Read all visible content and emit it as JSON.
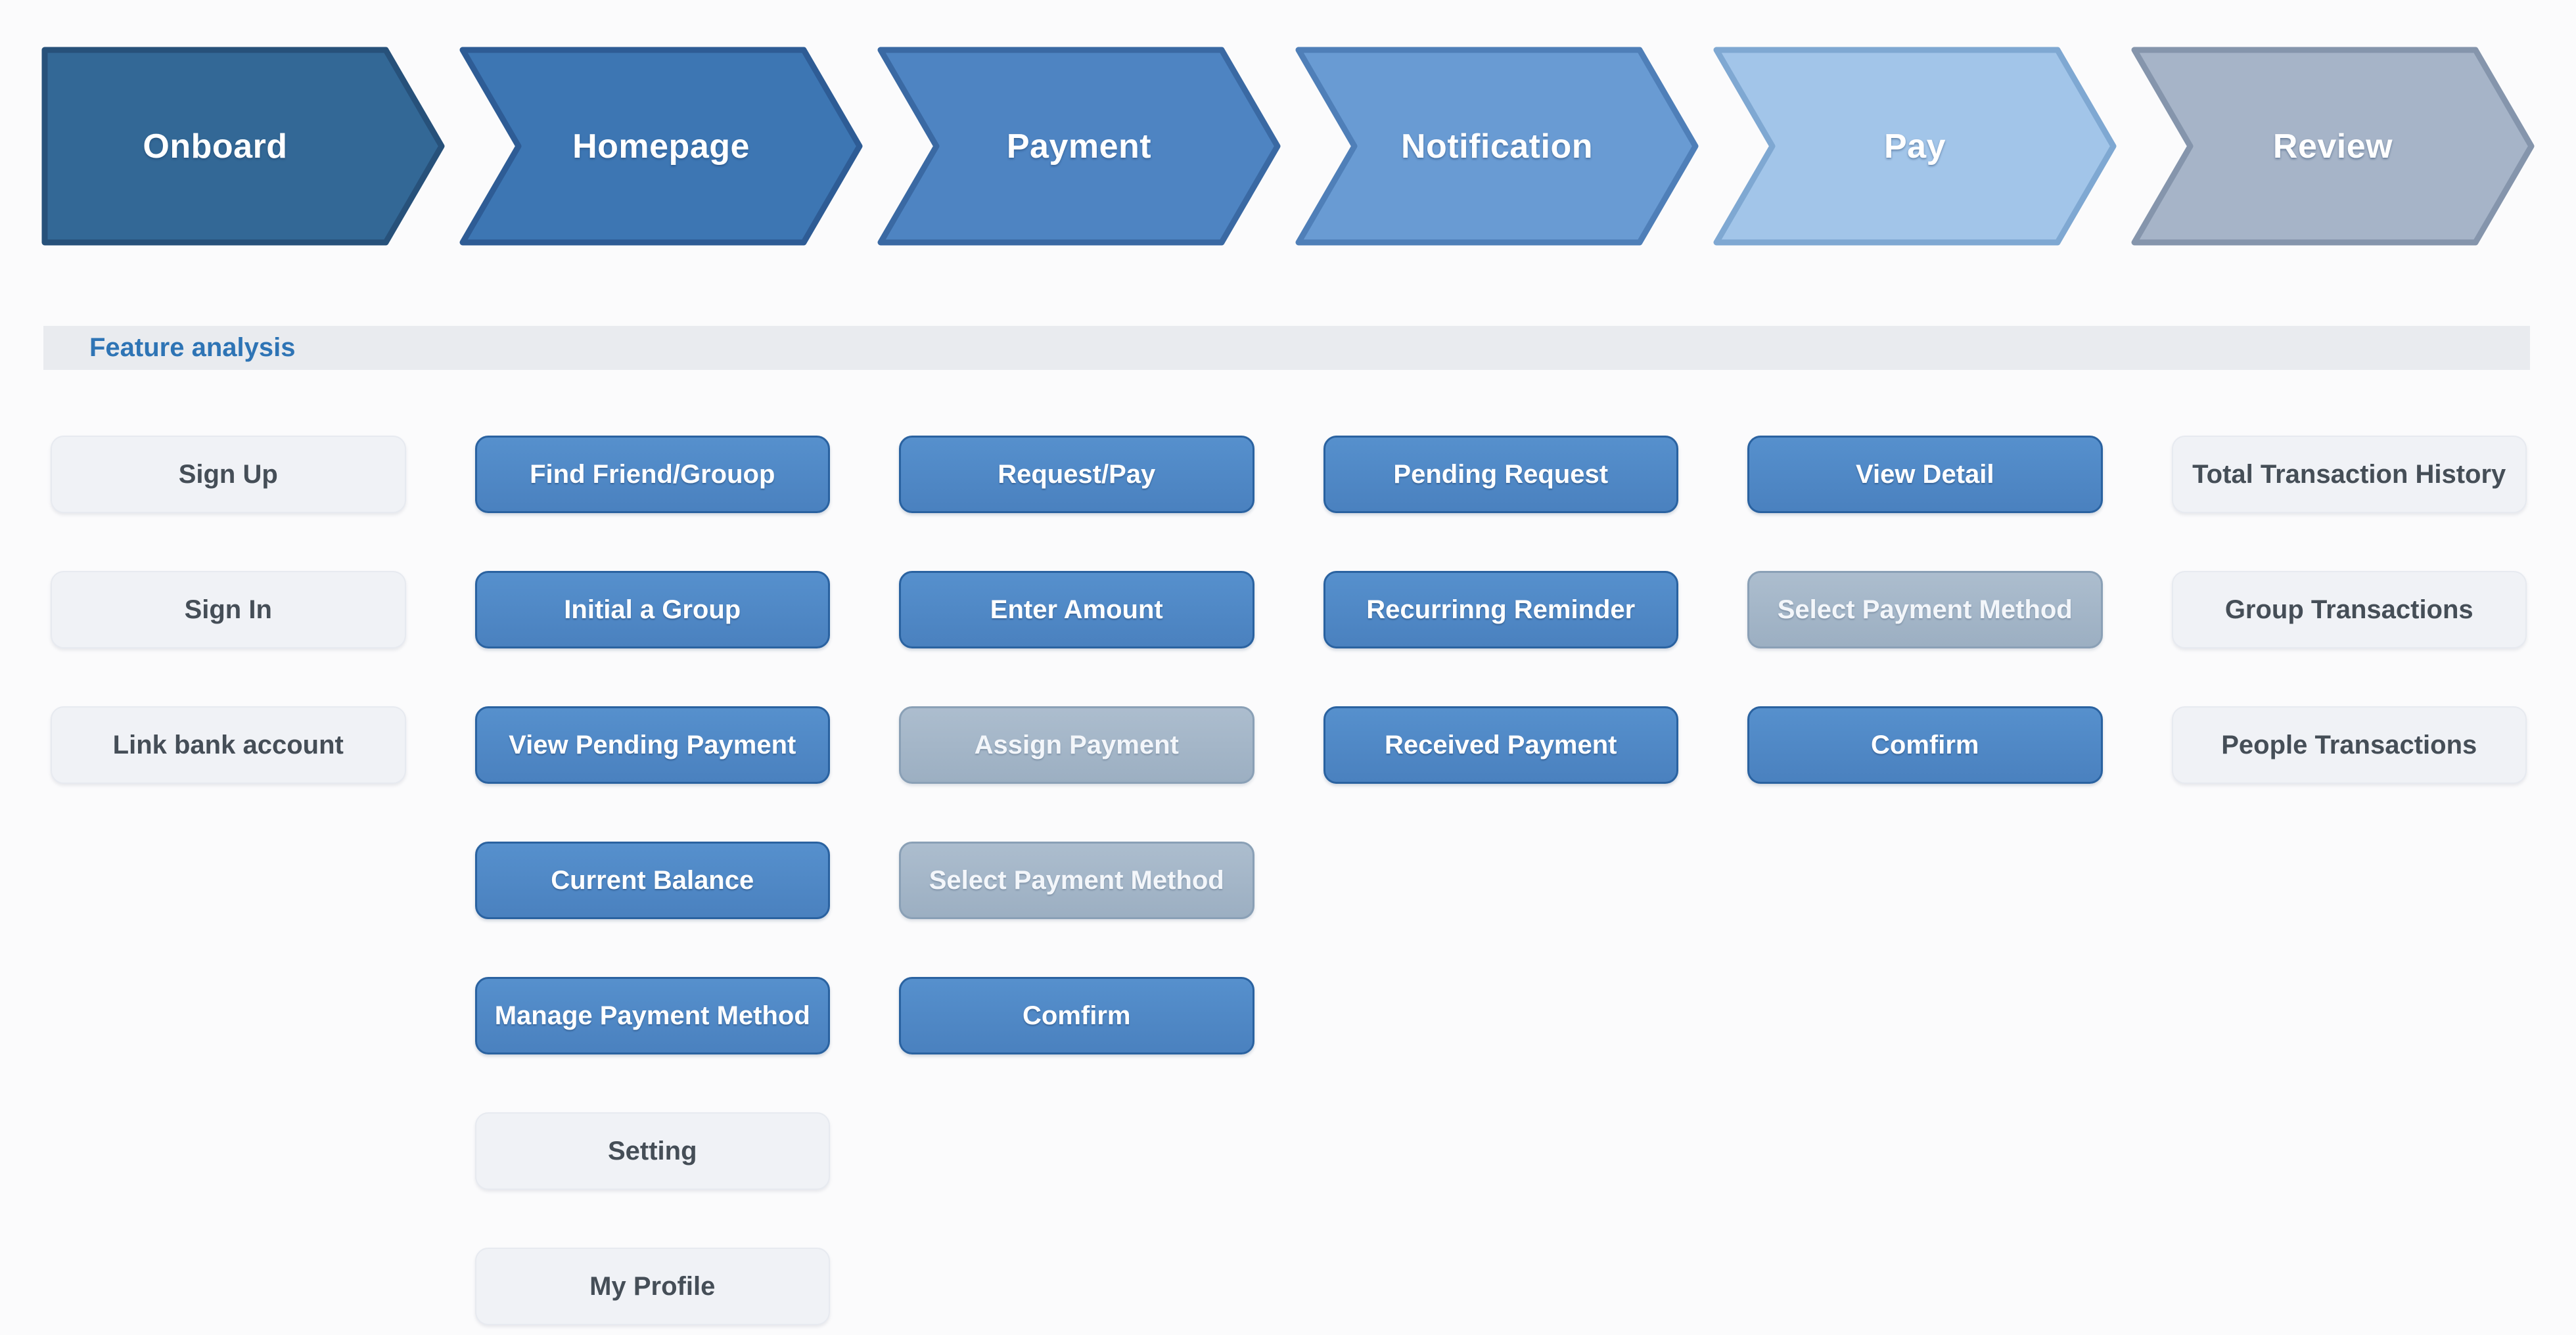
{
  "flow_stages": [
    {
      "label": "Onboard",
      "fill": "#336896",
      "stroke": "#27517A"
    },
    {
      "label": "Homepage",
      "fill": "#3D76B3",
      "stroke": "#2E5C95"
    },
    {
      "label": "Payment",
      "fill": "#4E84C2",
      "stroke": "#3A69A3"
    },
    {
      "label": "Notification",
      "fill": "#699BD3",
      "stroke": "#4F7FB8"
    },
    {
      "label": "Pay",
      "fill": "#A2C5E9",
      "stroke": "#7FA8D2"
    },
    {
      "label": "Review",
      "fill": "#A6B4C8",
      "stroke": "#8595AC"
    }
  ],
  "section": {
    "title": "Feature analysis",
    "accent_color": "#2E74B5",
    "bar_color": "#E9EBEF"
  },
  "variant_colors": {
    "blue": {
      "fill": "#4F87C6",
      "border": "#2A62A0",
      "text": "#FFFFFF"
    },
    "muted": {
      "fill": "#A2B5C8",
      "border": "#8AA0B6",
      "text": "#F3F6FA"
    },
    "gray": {
      "fill": "#F0F2F6",
      "border": "#E7EAF0",
      "text": "#454E57"
    }
  },
  "features": [
    {
      "label": "Sign Up",
      "variant": "gray",
      "col": 1,
      "row": 1
    },
    {
      "label": "Sign In",
      "variant": "gray",
      "col": 1,
      "row": 2
    },
    {
      "label": "Link bank account",
      "variant": "gray",
      "col": 1,
      "row": 3
    },
    {
      "label": "Find Friend/Grouop",
      "variant": "blue",
      "col": 2,
      "row": 1
    },
    {
      "label": "Initial a Group",
      "variant": "blue",
      "col": 2,
      "row": 2
    },
    {
      "label": "View Pending Payment",
      "variant": "blue",
      "col": 2,
      "row": 3
    },
    {
      "label": "Current Balance",
      "variant": "blue",
      "col": 2,
      "row": 4
    },
    {
      "label": "Manage Payment Method",
      "variant": "blue",
      "col": 2,
      "row": 5
    },
    {
      "label": "Setting",
      "variant": "gray",
      "col": 2,
      "row": 6
    },
    {
      "label": "My Profile",
      "variant": "gray",
      "col": 2,
      "row": 7
    },
    {
      "label": "Request/Pay",
      "variant": "blue",
      "col": 3,
      "row": 1
    },
    {
      "label": "Enter Amount",
      "variant": "blue",
      "col": 3,
      "row": 2
    },
    {
      "label": "Assign Payment",
      "variant": "muted",
      "col": 3,
      "row": 3
    },
    {
      "label": "Select Payment Method",
      "variant": "muted",
      "col": 3,
      "row": 4
    },
    {
      "label": "Comfirm",
      "variant": "blue",
      "col": 3,
      "row": 5
    },
    {
      "label": "Pending Request",
      "variant": "blue",
      "col": 4,
      "row": 1
    },
    {
      "label": "Recurrinng Reminder",
      "variant": "blue",
      "col": 4,
      "row": 2
    },
    {
      "label": "Received Payment",
      "variant": "blue",
      "col": 4,
      "row": 3
    },
    {
      "label": "View Detail",
      "variant": "blue",
      "col": 5,
      "row": 1
    },
    {
      "label": "Select Payment Method",
      "variant": "muted",
      "col": 5,
      "row": 2
    },
    {
      "label": "Comfirm",
      "variant": "blue",
      "col": 5,
      "row": 3
    },
    {
      "label": "Total Transaction History",
      "variant": "gray",
      "col": 6,
      "row": 1
    },
    {
      "label": "Group Transactions",
      "variant": "gray",
      "col": 6,
      "row": 2
    },
    {
      "label": "People Transactions",
      "variant": "gray",
      "col": 6,
      "row": 3
    }
  ]
}
